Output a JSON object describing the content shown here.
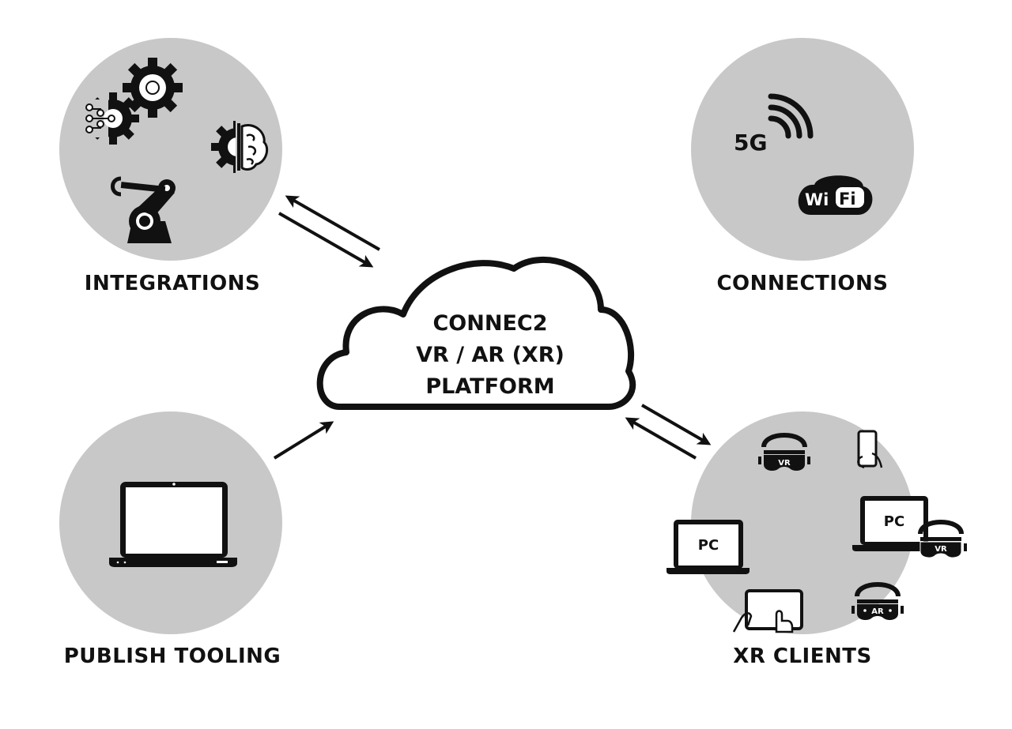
{
  "platform": {
    "line1": "CONNEC2",
    "line2": "VR / AR (XR)",
    "line3": "PLATFORM"
  },
  "nodes": {
    "integrations": {
      "label": "INTEGRATIONS",
      "icons": [
        "gear-circuit-icon",
        "gear-icon",
        "gear-brain-icon",
        "robot-arm-icon"
      ]
    },
    "connections": {
      "label": "CONNECTIONS",
      "icons": [
        "5g-signal-icon",
        "wifi-icon"
      ],
      "badge_5g": "5G",
      "wifi_left": "Wi",
      "wifi_right": "Fi"
    },
    "publish_tooling": {
      "label": "PUBLISH TOOLING",
      "icons": [
        "laptop-icon"
      ]
    },
    "xr_clients": {
      "label": "XR CLIENTS",
      "icons": [
        "vr-headset-icon",
        "smartphone-hand-icon",
        "laptop-pc-icon",
        "laptop-pc-vr-icon",
        "ar-headset-icon",
        "tablet-touch-icon"
      ],
      "vr": "VR",
      "ar": "AR",
      "pc": "PC"
    }
  },
  "edges": [
    {
      "from": "integrations",
      "to": "platform",
      "direction": "bidirectional"
    },
    {
      "from": "publish_tooling",
      "to": "platform",
      "direction": "one-way"
    },
    {
      "from": "platform",
      "to": "xr_clients",
      "direction": "bidirectional"
    }
  ],
  "colors": {
    "circle": "#c8c8c8",
    "ink": "#111111",
    "background": "#ffffff"
  }
}
